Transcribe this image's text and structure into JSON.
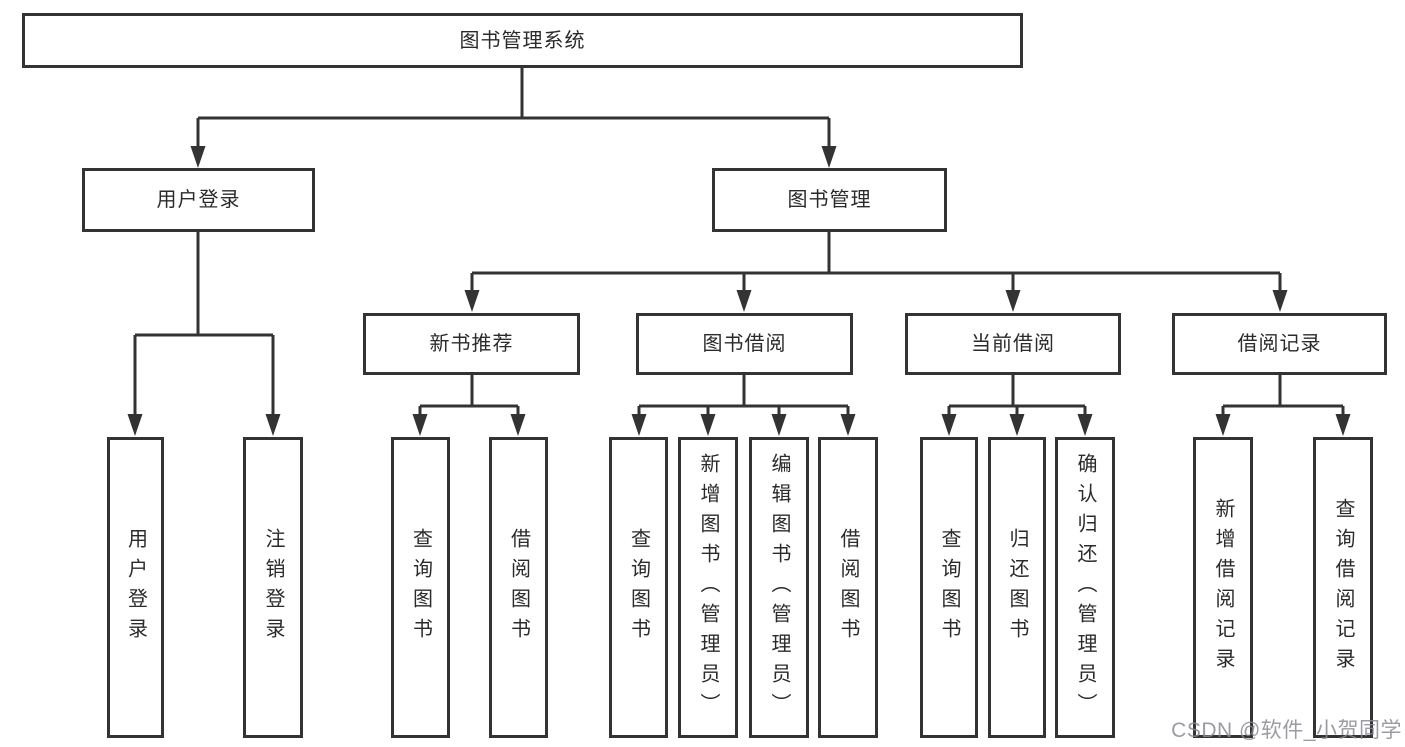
{
  "diagram": {
    "colors": {
      "line": "#333333",
      "box_border": "#333333",
      "box_fill": "#ffffff",
      "text": "#2b2b2b",
      "background": "#ffffff",
      "watermark": "#8a8a94"
    },
    "tree": {
      "label": "图书管理系统",
      "children": [
        {
          "label": "用户登录",
          "children": [
            {
              "label": "用户登录"
            },
            {
              "label": "注销登录"
            }
          ]
        },
        {
          "label": "图书管理",
          "children": [
            {
              "label": "新书推荐",
              "children": [
                {
                  "label": "查询图书"
                },
                {
                  "label": "借阅图书"
                }
              ]
            },
            {
              "label": "图书借阅",
              "children": [
                {
                  "label": "查询图书"
                },
                {
                  "label": "新增图书（管理员）"
                },
                {
                  "label": "编辑图书（管理员）"
                },
                {
                  "label": "借阅图书"
                }
              ]
            },
            {
              "label": "当前借阅",
              "children": [
                {
                  "label": "查询图书"
                },
                {
                  "label": "归还图书"
                },
                {
                  "label": "确认归还（管理员）"
                }
              ]
            },
            {
              "label": "借阅记录",
              "children": [
                {
                  "label": "新增借阅记录"
                },
                {
                  "label": "查询借阅记录"
                }
              ]
            }
          ]
        }
      ]
    },
    "watermark": {
      "text": "CSDN @软件_小贺同学"
    }
  }
}
